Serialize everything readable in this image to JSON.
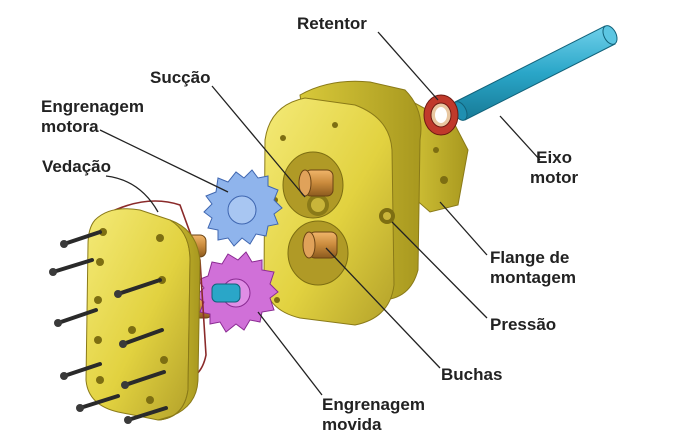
{
  "labels": {
    "retentor": "Retentor",
    "succao": "Sucção",
    "engrenagem_motora": [
      "Engrenagem",
      "motora"
    ],
    "vedacao": "Vedação",
    "eixo_motor": [
      "Eixo",
      "motor"
    ],
    "flange_montagem": [
      "Flange de",
      "montagem"
    ],
    "pressao": "Pressão",
    "buchas": "Buchas",
    "engrenagem_movida": [
      "Engrenagem",
      "movida"
    ]
  },
  "colors": {
    "housing": "#e6d84a",
    "housing_shade": "#b8a82c",
    "shaft": "#2aa6c8",
    "bushing": "#c98a3c",
    "drive_gear": "#8fb4ec",
    "driven_gear": "#d070d8",
    "seal": "#c0392b",
    "leader": "#222222",
    "text": "#222222"
  }
}
